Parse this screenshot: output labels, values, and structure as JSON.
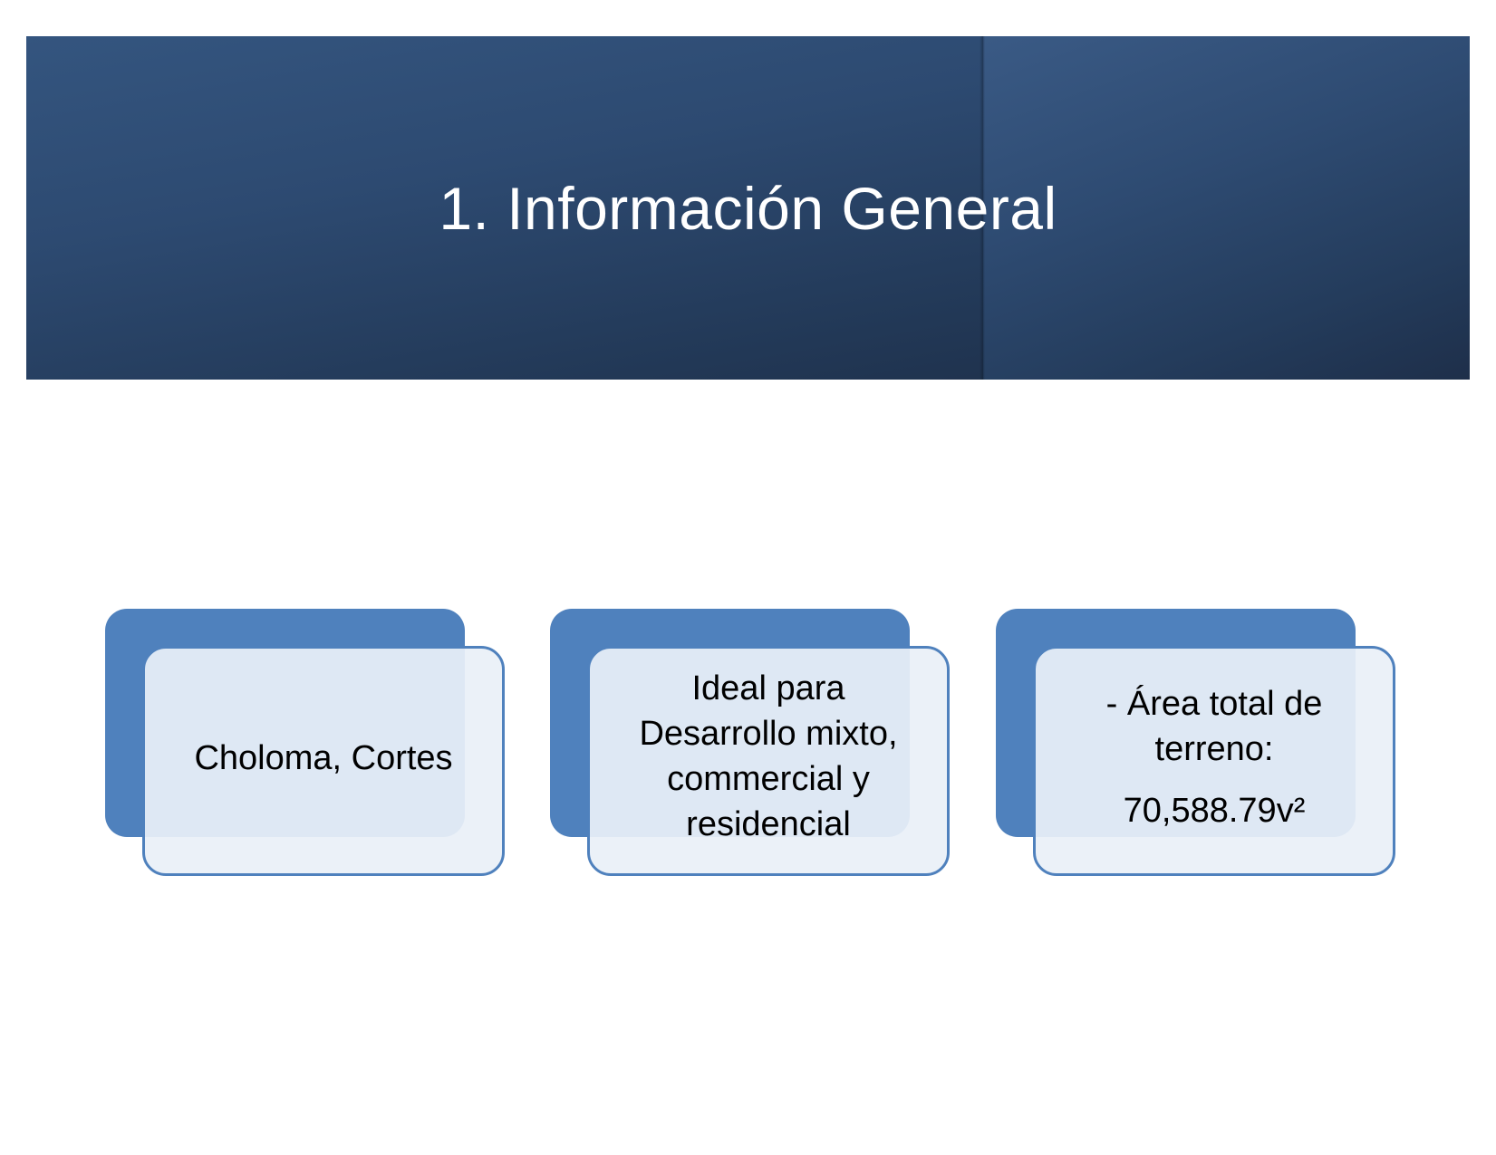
{
  "slide": {
    "title": "1. Información General"
  },
  "cards": [
    {
      "lines": [
        "Choloma, Cortes"
      ]
    },
    {
      "lines": [
        "Ideal para",
        "Desarrollo mixto,",
        "commercial y",
        "residencial"
      ]
    },
    {
      "lines": [
        "- Área total de",
        "terreno:",
        "70,588.79v²"
      ]
    }
  ],
  "colors": {
    "banner": "#2d4a71",
    "card_accent": "#4f81bd",
    "card_fill": "#eaf0f8"
  }
}
